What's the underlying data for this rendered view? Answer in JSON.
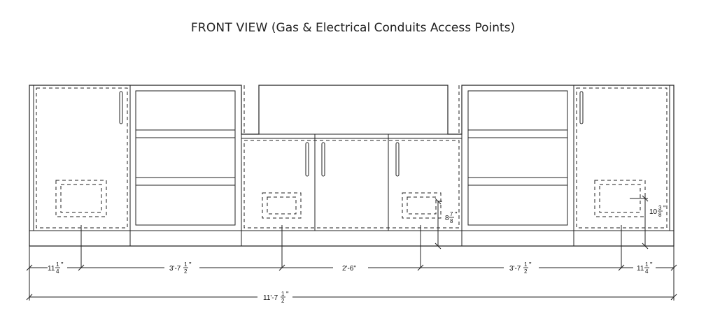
{
  "title": {
    "main": "FRONT VIEW",
    "sub": "(Gas & Electrical Conduits Access Points)"
  },
  "dimensions": {
    "seg1": {
      "whole": "11",
      "num": "1",
      "den": "4",
      "unit": "\""
    },
    "seg2": {
      "whole": "3'-7",
      "num": "1",
      "den": "2",
      "unit": "\""
    },
    "seg3": {
      "whole": "2'-6\"",
      "num": "",
      "den": "",
      "unit": ""
    },
    "seg4": {
      "whole": "3'-7",
      "num": "1",
      "den": "2",
      "unit": "\""
    },
    "seg5": {
      "whole": "11",
      "num": "1",
      "den": "4",
      "unit": "\""
    },
    "total": {
      "whole": "11'-7",
      "num": "1",
      "den": "2",
      "unit": "\""
    },
    "height_mid": {
      "whole": "8",
      "num": "7",
      "den": "8",
      "unit": "\""
    },
    "height_right": {
      "whole": "10",
      "num": "3",
      "den": "8",
      "unit": "\""
    }
  }
}
